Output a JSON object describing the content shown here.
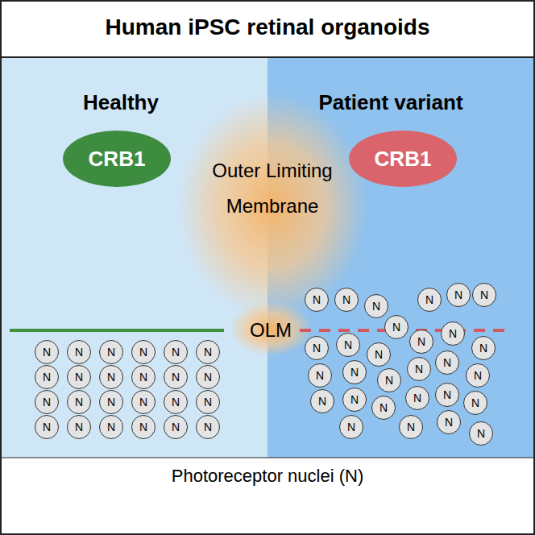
{
  "diagram": {
    "title": "Human iPSC retinal organoids",
    "caption": "Photoreceptor nuclei (N)",
    "nodes": [
      {
        "text": [
          "Healthy"
        ]
      },
      {
        "text": [
          "CRB1"
        ],
        "in": 0
      },
      {
        "text": [
          "N"
        ],
        "in": 0
      },
      {
        "text": [
          "N"
        ],
        "in": 0
      },
      {
        "text": [
          "N"
        ],
        "in": 0
      },
      {
        "text": [
          "N"
        ],
        "in": 0
      },
      {
        "text": [
          "N"
        ],
        "in": 0
      },
      {
        "text": [
          "N"
        ],
        "in": 0
      },
      {
        "text": [
          "N"
        ],
        "in": 0
      },
      {
        "text": [
          "N"
        ],
        "in": 0
      },
      {
        "text": [
          "N"
        ],
        "in": 0
      },
      {
        "text": [
          "N"
        ],
        "in": 0
      },
      {
        "text": [
          "N"
        ],
        "in": 0
      },
      {
        "text": [
          "N"
        ],
        "in": 0
      },
      {
        "text": [
          "N"
        ],
        "in": 0
      },
      {
        "text": [
          "N"
        ],
        "in": 0
      },
      {
        "text": [
          "N"
        ],
        "in": 0
      },
      {
        "text": [
          "N"
        ],
        "in": 0
      },
      {
        "text": [
          "N"
        ],
        "in": 0
      },
      {
        "text": [
          "N"
        ],
        "in": 0
      },
      {
        "text": [
          "N"
        ],
        "in": 0
      },
      {
        "text": [
          "N"
        ],
        "in": 0
      },
      {
        "text": [
          "N"
        ],
        "in": 0
      },
      {
        "text": [
          "N"
        ],
        "in": 0
      },
      {
        "text": [
          "N"
        ],
        "in": 0
      },
      {
        "text": [
          "N"
        ],
        "in": 0
      },
      {
        "text": [
          "Patient variant"
        ]
      },
      {
        "text": [
          "CRB1"
        ],
        "in": 26
      },
      {
        "text": [
          "N"
        ],
        "in": 26
      },
      {
        "text": [
          "N"
        ],
        "in": 26
      },
      {
        "text": [
          "N"
        ],
        "in": 26
      },
      {
        "text": [
          "N"
        ],
        "in": 26
      },
      {
        "text": [
          "N"
        ],
        "in": 26
      },
      {
        "text": [
          "N"
        ],
        "in": 26
      },
      {
        "text": [
          "N"
        ],
        "in": 26
      },
      {
        "text": [
          "N"
        ],
        "in": 26
      },
      {
        "text": [
          "N"
        ],
        "in": 26
      },
      {
        "text": [
          "N"
        ],
        "in": 26
      },
      {
        "text": [
          "N"
        ],
        "in": 26
      },
      {
        "text": [
          "N"
        ],
        "in": 26
      },
      {
        "text": [
          "N"
        ],
        "in": 26
      },
      {
        "text": [
          "N"
        ],
        "in": 26
      },
      {
        "text": [
          "N"
        ],
        "in": 26
      },
      {
        "text": [
          "N"
        ],
        "in": 26
      },
      {
        "text": [
          "N"
        ],
        "in": 26
      },
      {
        "text": [
          "N"
        ],
        "in": 26
      },
      {
        "text": [
          "N"
        ],
        "in": 26
      },
      {
        "text": [
          "N"
        ],
        "in": 26
      },
      {
        "text": [
          "N"
        ],
        "in": 26
      },
      {
        "text": [
          "N"
        ],
        "in": 26
      },
      {
        "text": [
          "N"
        ],
        "in": 26
      },
      {
        "text": [
          "N"
        ],
        "in": 26
      },
      {
        "text": [
          "N"
        ],
        "in": 26
      },
      {
        "text": [
          "N"
        ],
        "in": 26
      },
      {
        "text": [
          "N"
        ],
        "in": 26
      },
      {
        "text": [
          "N"
        ],
        "in": 26
      },
      {
        "text": [
          "N"
        ],
        "in": 26
      }
    ],
    "labels": [
      "Outer Limiting Membrane",
      "OLM"
    ]
  }
}
